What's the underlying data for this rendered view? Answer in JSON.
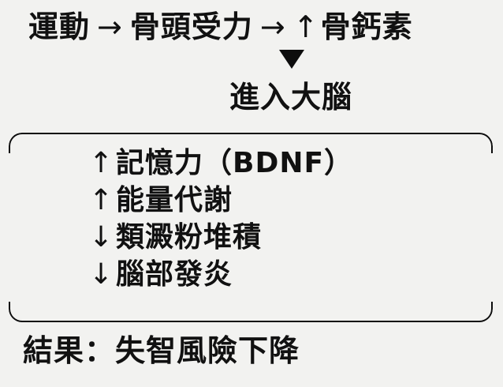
{
  "background_color": "#F2F2F0",
  "text_color": "#111111",
  "line_color": "#0D0D0D",
  "chain": {
    "step1": "運動",
    "arrow1": "→",
    "step2": "骨頭受力",
    "arrow2": "→",
    "step3_dir": "↑",
    "step3": "骨鈣素"
  },
  "flow_marker": {
    "glyph": "▼",
    "name": "down-triangle"
  },
  "brain": {
    "label": "進入大腦"
  },
  "effects": {
    "items": [
      {
        "dir": "↑",
        "text": "記憶力（BDNF）"
      },
      {
        "dir": "↑",
        "text": "能量代謝"
      },
      {
        "dir": "↓",
        "text": "類澱粉堆積"
      },
      {
        "dir": "↓",
        "text": "腦部發炎"
      }
    ]
  },
  "conclusion": {
    "label": "結果：失智風險下降"
  }
}
